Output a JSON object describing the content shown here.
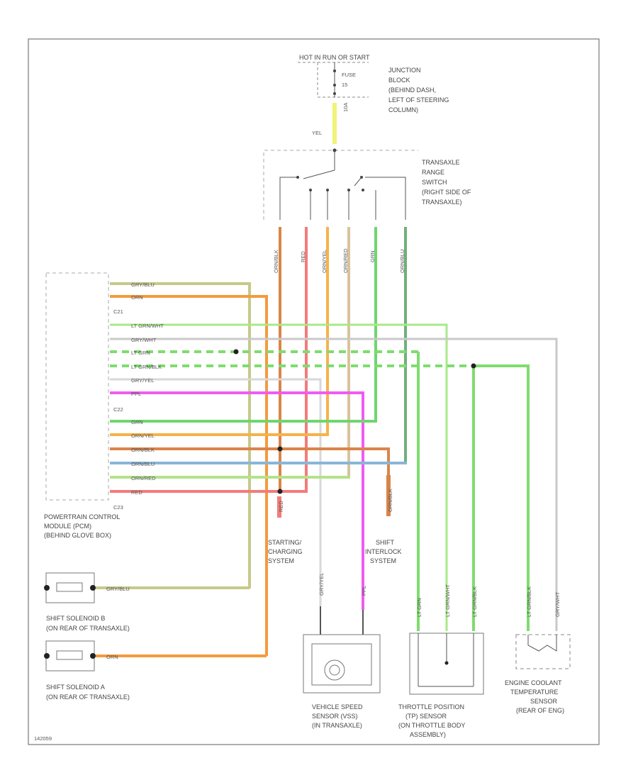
{
  "colors": {
    "gry_blu": "#c7c98a",
    "orn": "#f59a3c",
    "lt_grn": "#9be27a",
    "gry_wht": "#c9c9c9",
    "grn": "#6fd66f",
    "gry_yel": "#d8c49a",
    "ppl": "#f05cf0",
    "orn_yel": "#f6b24a",
    "orn_blk": "#d9854a",
    "orn_blu": "#8ab6d8",
    "orn_red": "#b4e28a",
    "red": "#f57a7a",
    "yel": "#f1f27a",
    "frame": "#777777"
  },
  "labels": {
    "hot_line": "HOT IN RUN OR START",
    "junction_block": [
      "JUNCTION",
      "BLOCK",
      "(BEHIND DASH,",
      "LEFT OF STEERING",
      "COLUMN)"
    ],
    "fuse": [
      "FUSE",
      "15",
      "10A"
    ],
    "yel": "YEL",
    "transaxle_switch": [
      "TRANSAXLE",
      "RANGE",
      "SWITCH",
      "(RIGHT SIDE OF",
      "TRANSAXLE)"
    ],
    "pcm": [
      "POWERTRAIN CONTROL",
      "MODULE (PCM)",
      "(BEHIND GLOVE BOX)"
    ],
    "connectors": [
      "C21",
      "C22",
      "C23"
    ],
    "starting": [
      "STARTING/",
      "CHARGING",
      "SYSTEM"
    ],
    "interlock": [
      "SHIFT",
      "INTERLOCK",
      "SYSTEM"
    ],
    "sol_b": [
      "SHIFT SOLENOID B",
      "(ON REAR OF TRANSAXLE)"
    ],
    "sol_a": [
      "SHIFT SOLENOID A",
      "(ON REAR OF TRANSAXLE)"
    ],
    "vss": [
      "VEHICLE SPEED",
      "SENSOR (VSS)",
      "(IN TRANSAXLE)"
    ],
    "tps": [
      "THROTTLE POSITION",
      "(TP) SENSOR",
      "(ON THROTTLE BODY",
      "ASSEMBLY)"
    ],
    "ect": [
      "ENGINE COOLANT",
      "TEMPERATURE",
      "SENSOR",
      "(REAR OF ENG)"
    ],
    "figure_id": "142059"
  },
  "wires": {
    "pcm_left": [
      "GRY/BLU",
      "ORN",
      "LT GRN/WHT",
      "GRY/WHT",
      "LT GRN",
      "LT GRN/BLK",
      "GRY/YEL",
      "PPL",
      "GRN",
      "ORN/YEL",
      "ORN/BLK",
      "ORN/BLU",
      "ORN/RED",
      "RED"
    ],
    "sol_b": "GRY/BLU",
    "sol_a": "ORN",
    "switch_drops": [
      "ORN/BLK",
      "RED",
      "ORN/YEL",
      "ORN/RED",
      "GRN",
      "ORN/BLU"
    ],
    "bottom": [
      "RED",
      "ORN/BLK",
      "GRY/YEL",
      "PPL",
      "LT GRN",
      "LT GRN/WHT",
      "LT GRN/BLK",
      "LT GRN/BLK",
      "GRY/WHT"
    ]
  }
}
